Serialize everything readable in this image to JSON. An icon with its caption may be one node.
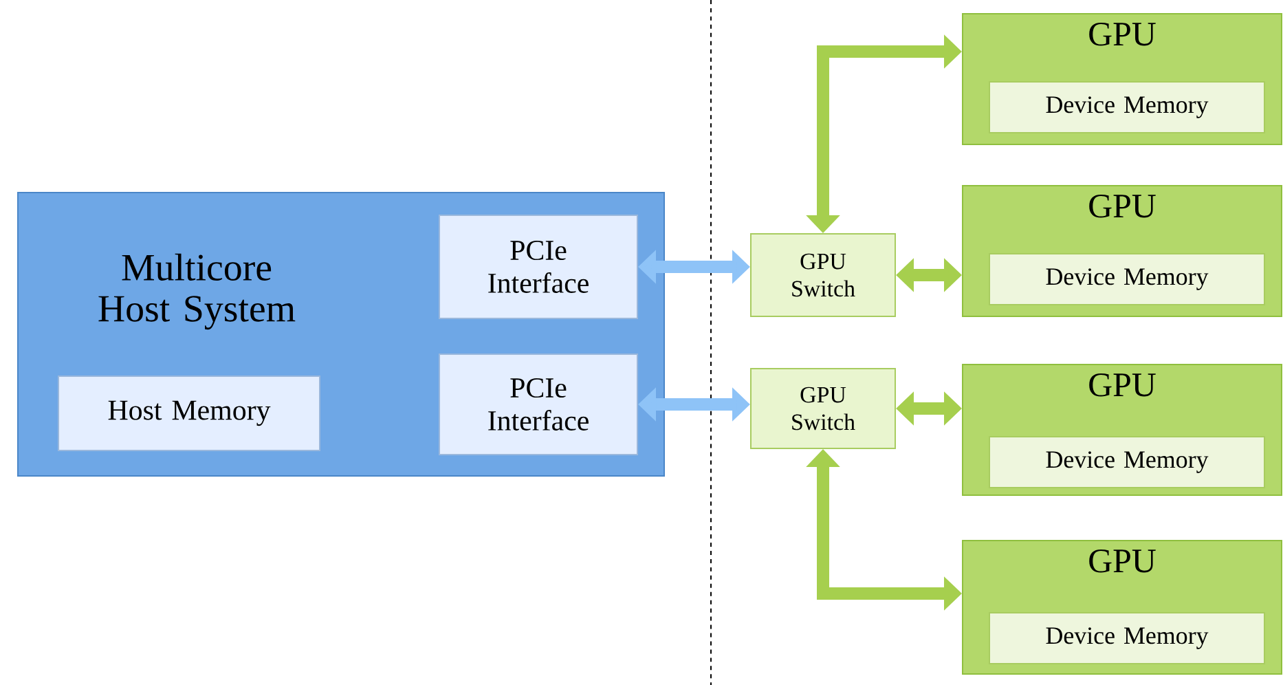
{
  "diagram": {
    "nodes": [
      {
        "text": [
          "Multicore Host System"
        ]
      },
      {
        "text": [
          "Host Memory"
        ],
        "in": 0
      },
      {
        "text": [
          "PCIe Interface"
        ],
        "in": 0
      },
      {
        "text": [
          "PCIe Interface"
        ],
        "in": 0
      },
      {
        "text": [
          "GPU Switch"
        ]
      },
      {
        "text": [
          "GPU Switch"
        ]
      },
      {
        "text": [
          "GPU"
        ]
      },
      {
        "text": [
          "Device Memory"
        ],
        "in": 6
      },
      {
        "text": [
          "GPU"
        ]
      },
      {
        "text": [
          "Device Memory"
        ],
        "in": 8
      },
      {
        "text": [
          "GPU"
        ]
      },
      {
        "text": [
          "Device Memory"
        ],
        "in": 10
      },
      {
        "text": [
          "GPU"
        ]
      },
      {
        "text": [
          "Device Memory"
        ],
        "in": 12
      }
    ],
    "edges": [
      {
        "from": 2,
        "to": 4,
        "arrow": "both",
        "color": "#8ec3f7"
      },
      {
        "from": 3,
        "to": 5,
        "arrow": "both",
        "color": "#8ec3f7"
      },
      {
        "from": 4,
        "to": 6,
        "arrow": "both"
      },
      {
        "from": 4,
        "to": 8,
        "arrow": "both"
      },
      {
        "from": 5,
        "to": 10,
        "arrow": "both"
      },
      {
        "from": 5,
        "to": 12,
        "arrow": "both"
      }
    ]
  }
}
